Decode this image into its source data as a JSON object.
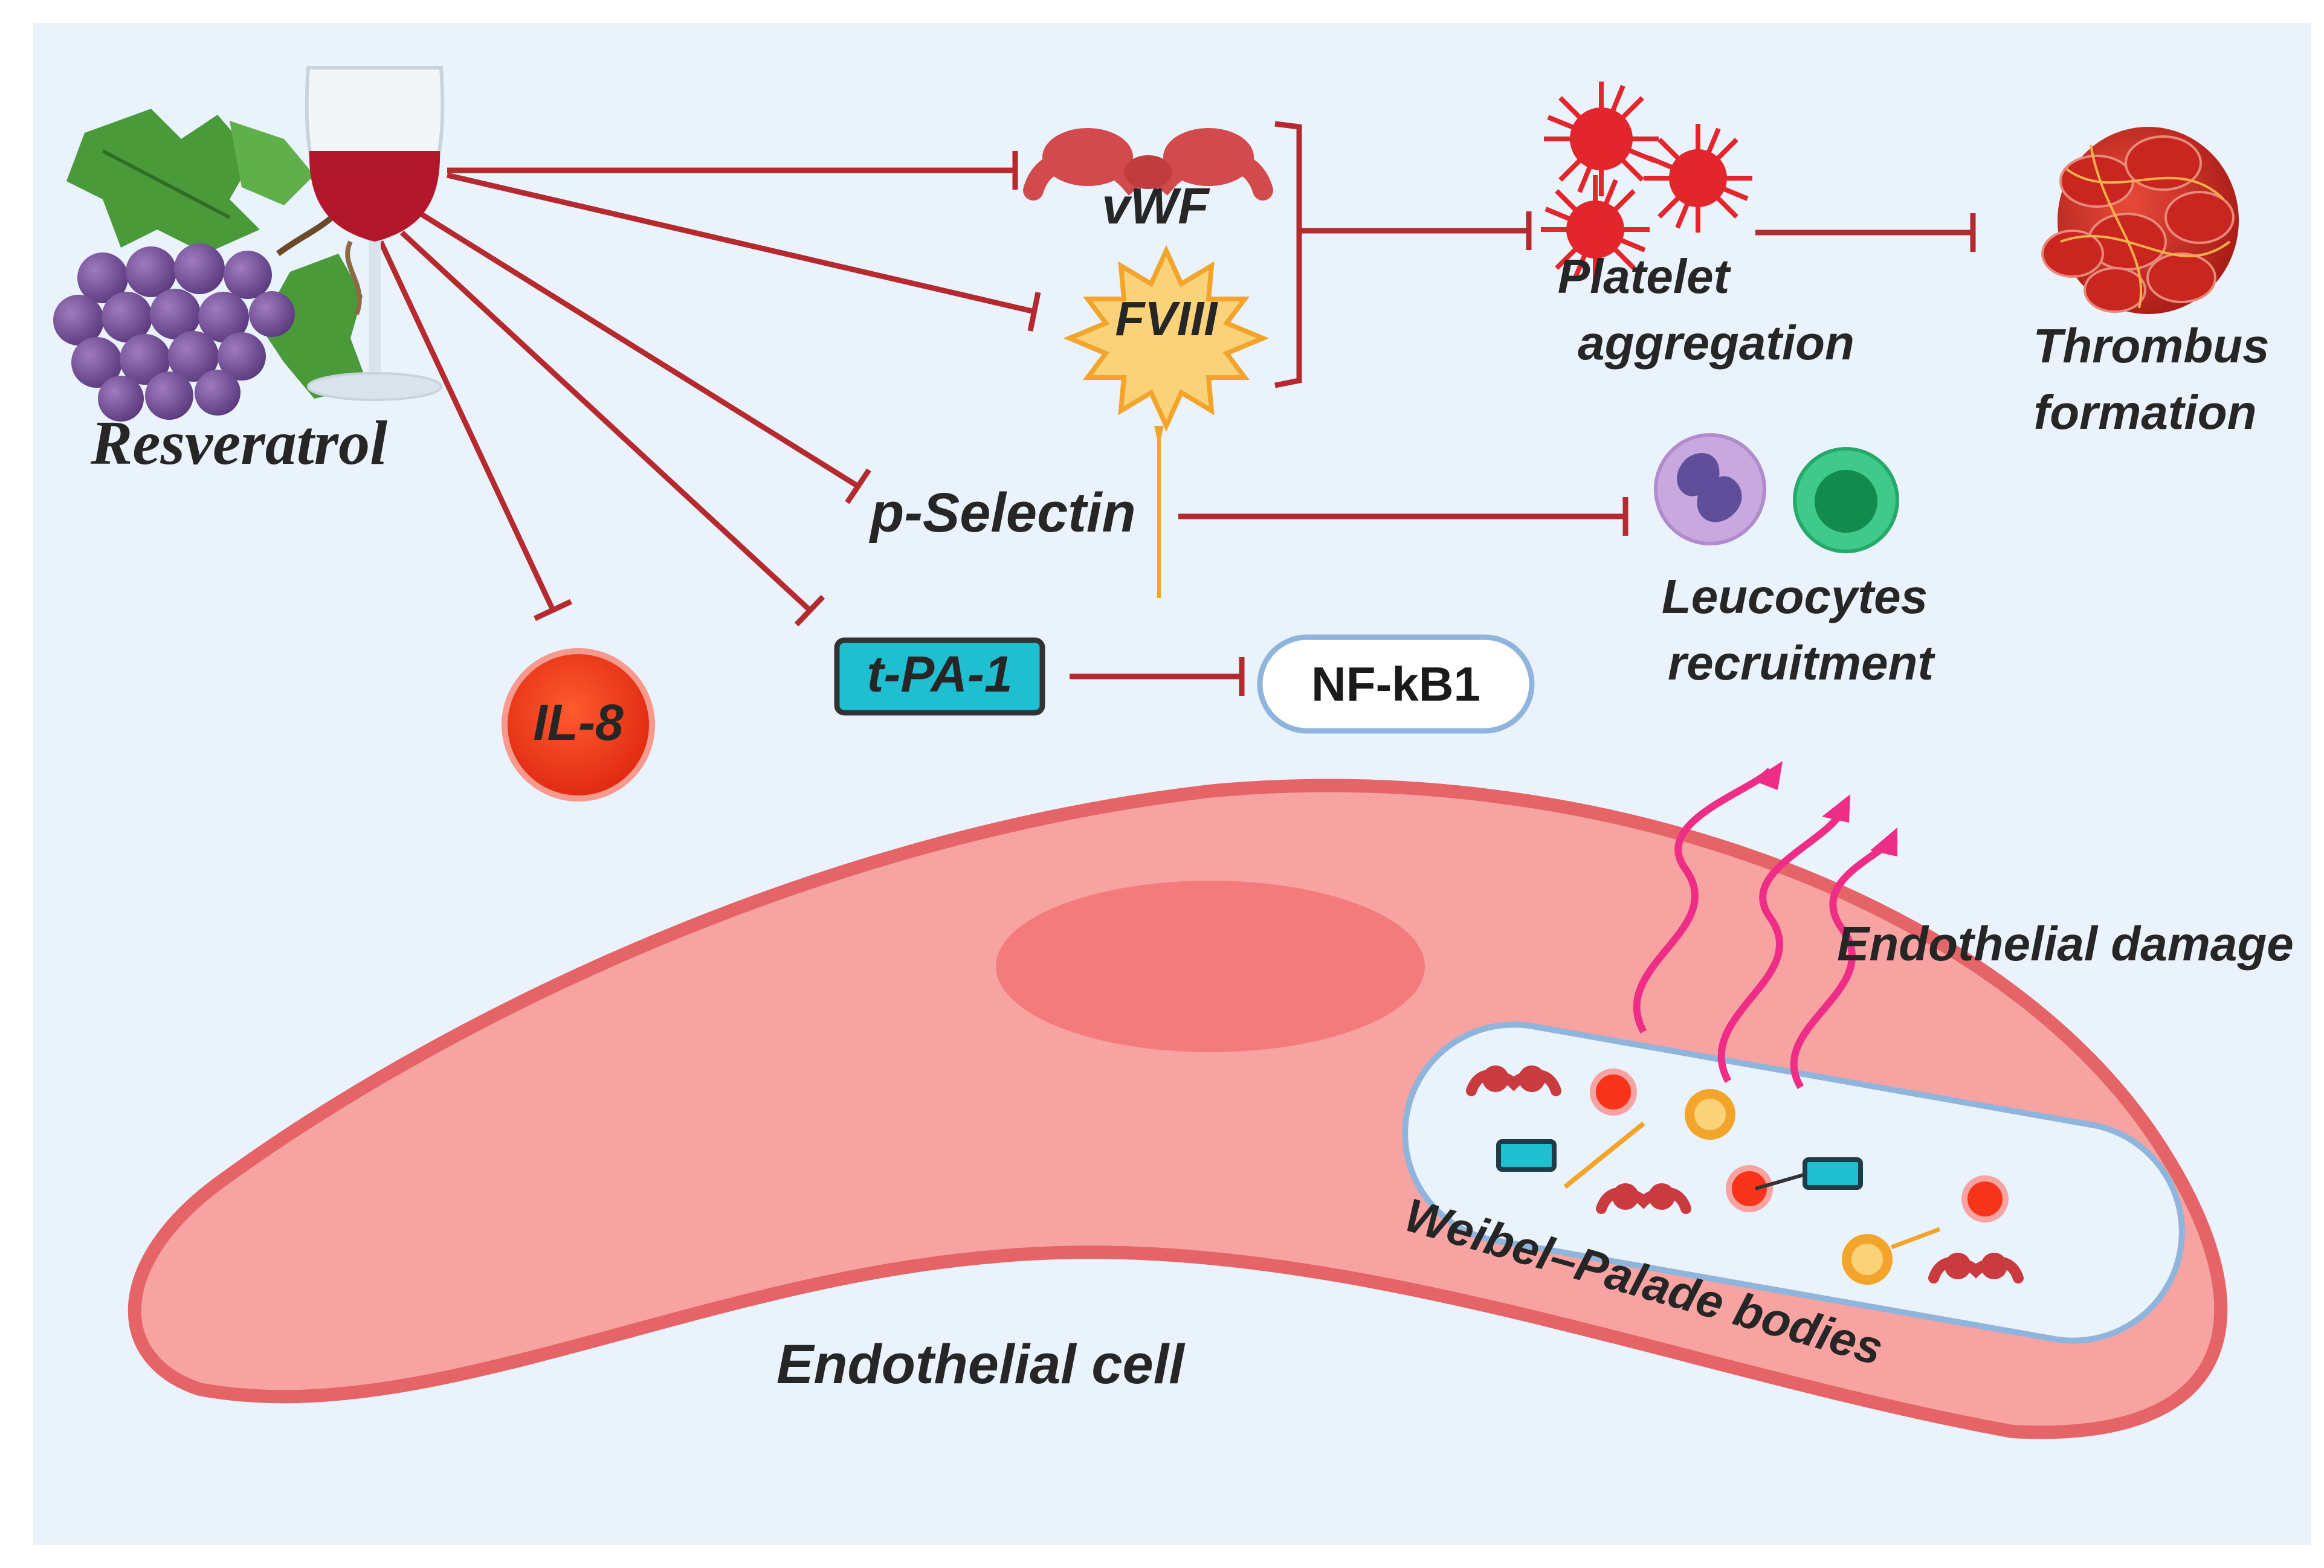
{
  "colors": {
    "background": "#eaf2fb",
    "inhibition_line": "#b52a2f",
    "cell_fill": "#f7a3a1",
    "cell_border": "#e56467",
    "nucleus": "#f47b7c",
    "vwf": "#d34a4c",
    "fviii": "#f6c15c",
    "il8": "#f7341a",
    "tpa": "#1fbfd1",
    "damage_arrow": "#ee2d86"
  },
  "labels": {
    "resveratrol": "Resveratrol",
    "vwf": "vWF",
    "fviii": "FVIII",
    "p_selectin": "p-Selectin",
    "il8": "IL-8",
    "tpa1": "t-PA-1",
    "nfkb1": "NF-kB1",
    "platelet_line1": "Platelet",
    "platelet_line2": "aggregation",
    "thrombus_line1": "Thrombus",
    "thrombus_line2": "formation",
    "leucocytes_line1": "Leucocytes",
    "leucocytes_line2": "recruitment",
    "endothelial_damage": "Endothelial damage",
    "weibel_palade": "Weibel–Palade bodies",
    "endothelial_cell": "Endothelial cell"
  },
  "icons": [
    "wine-glass-icon",
    "grapes-icon",
    "vwf-icon",
    "fviii-icon",
    "platelet-icon",
    "thrombus-icon",
    "leucocyte-icon",
    "selectin-icon",
    "endothelial-cell-icon",
    "weibel-palade-body-icon"
  ]
}
